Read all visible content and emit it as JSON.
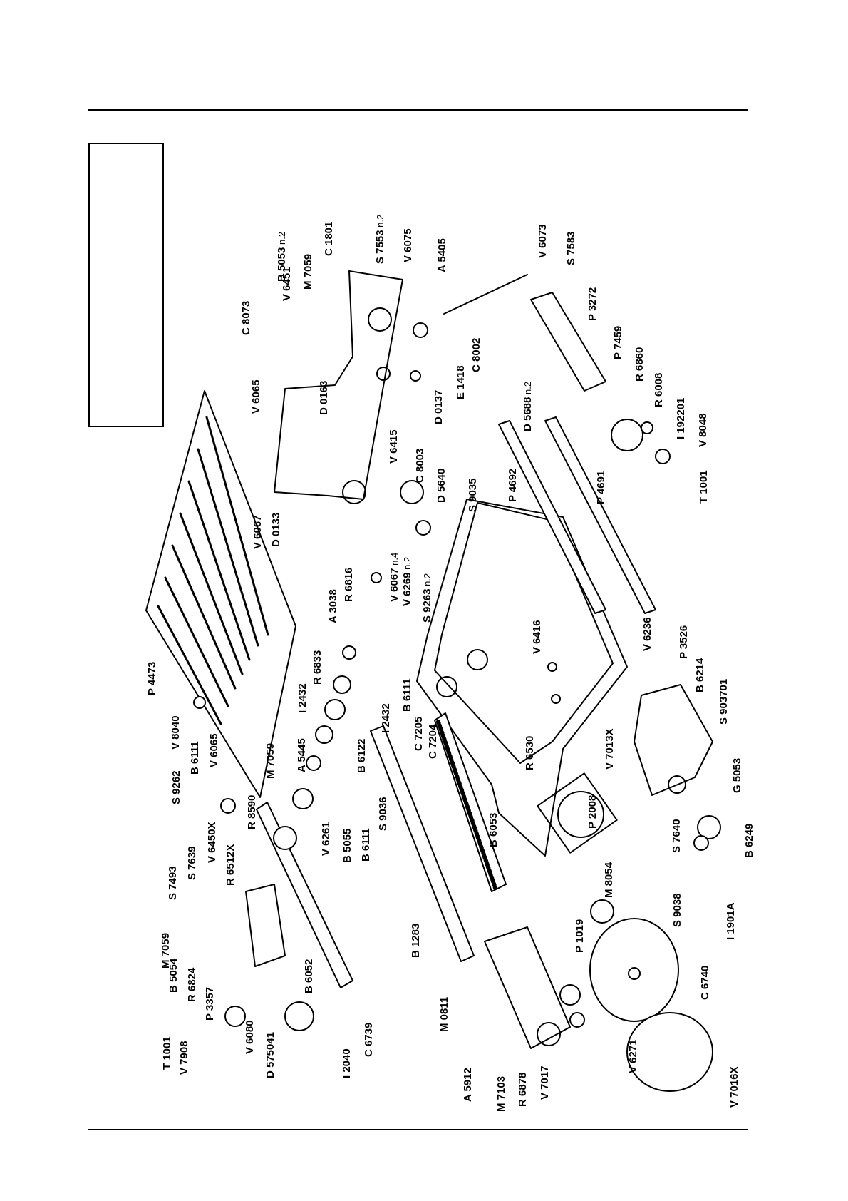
{
  "parts": [
    "S 7553",
    "V 6075",
    "A 5405",
    "C 1801",
    "B 5053",
    "M 7059",
    "V 6451",
    "C 8073",
    "D 0163",
    "D 0137",
    "E 1418",
    "C 8002",
    "V 6065",
    "V 6415",
    "C 8003",
    "D 5640",
    "V 6067",
    "D 0133",
    "P 4473",
    "A 3038",
    "R 6816",
    "V 6067",
    "V 6269",
    "S 9263",
    "V 6073",
    "S 7583",
    "P 3272",
    "P 7459",
    "R 6860",
    "R 6008",
    "I 192201",
    "V 8048",
    "T 1001",
    "D 5688",
    "P 4692",
    "P 4691",
    "S 9035",
    "V 6416",
    "V 6236",
    "P 3526",
    "B 6214",
    "S 903701",
    "R 6833",
    "I 2432",
    "B 6111",
    "I 2432",
    "B 6122",
    "A 5445",
    "M 7059",
    "V 8040",
    "V 6065",
    "B 6111",
    "S 9262",
    "R 8590",
    "S 9036",
    "B 6111",
    "B 5055",
    "V 6261",
    "V 6450X",
    "R 6512X",
    "S 7639",
    "S 7493",
    "M 7059",
    "B 5054",
    "R 6824",
    "P 3357",
    "T 1001",
    "V 7908",
    "V 6080",
    "D 575041",
    "B 6052",
    "I 2040",
    "C 6739",
    "C 7205",
    "C 7204",
    "B 6053",
    "R 6530",
    "V 7013X",
    "P 2008",
    "G 5053",
    "S 7640",
    "B 6249",
    "I 1901A",
    "M 8054",
    "S 9038",
    "B 1283",
    "M 0811",
    "P 1019",
    "C 6740",
    "A 5912",
    "M 7103",
    "R 6878",
    "V 7017",
    "V 6271",
    "V 7016X"
  ],
  "qty_notes": [
    "n.2",
    "n.2",
    "n.4",
    "n.2",
    "n.2",
    "n.2"
  ]
}
